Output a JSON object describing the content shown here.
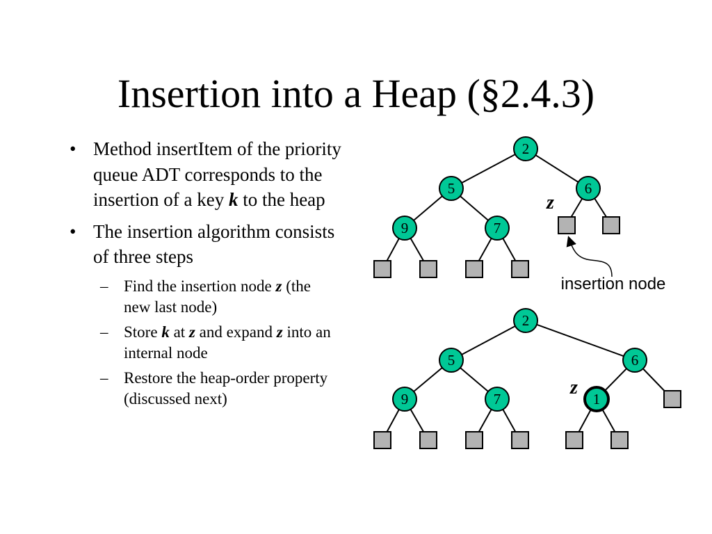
{
  "title": "Insertion into a Heap (§2.4.3)",
  "bullets": [
    {
      "marker": "•",
      "parts": [
        "Method insertItem of the priority queue ADT corresponds to the insertion of a key ",
        "k",
        " to the heap"
      ]
    },
    {
      "marker": "•",
      "text": "The insertion algorithm consists of three steps"
    }
  ],
  "sub_bullets": [
    {
      "marker": "–",
      "parts": [
        "Find the insertion node ",
        "z",
        " (the new last node)"
      ]
    },
    {
      "marker": "–",
      "parts": [
        "Store ",
        "k",
        " at ",
        "z",
        " and expand ",
        "z",
        " into an internal node"
      ]
    },
    {
      "marker": "–",
      "text": "Restore the heap-order property (discussed next)"
    }
  ],
  "diagram_top": {
    "nodes": {
      "root": "2",
      "left": "5",
      "right": "6",
      "ll": "9",
      "lr": "7"
    },
    "z_label": "z",
    "insertion_label": "insertion node"
  },
  "diagram_bottom": {
    "nodes": {
      "root": "2",
      "left": "5",
      "right": "6",
      "ll": "9",
      "lr": "7",
      "new": "1"
    },
    "z_label": "z"
  },
  "colors": {
    "node_fill": "#00c896",
    "leaf_fill": "#b3b3b3",
    "stroke": "#000000"
  }
}
